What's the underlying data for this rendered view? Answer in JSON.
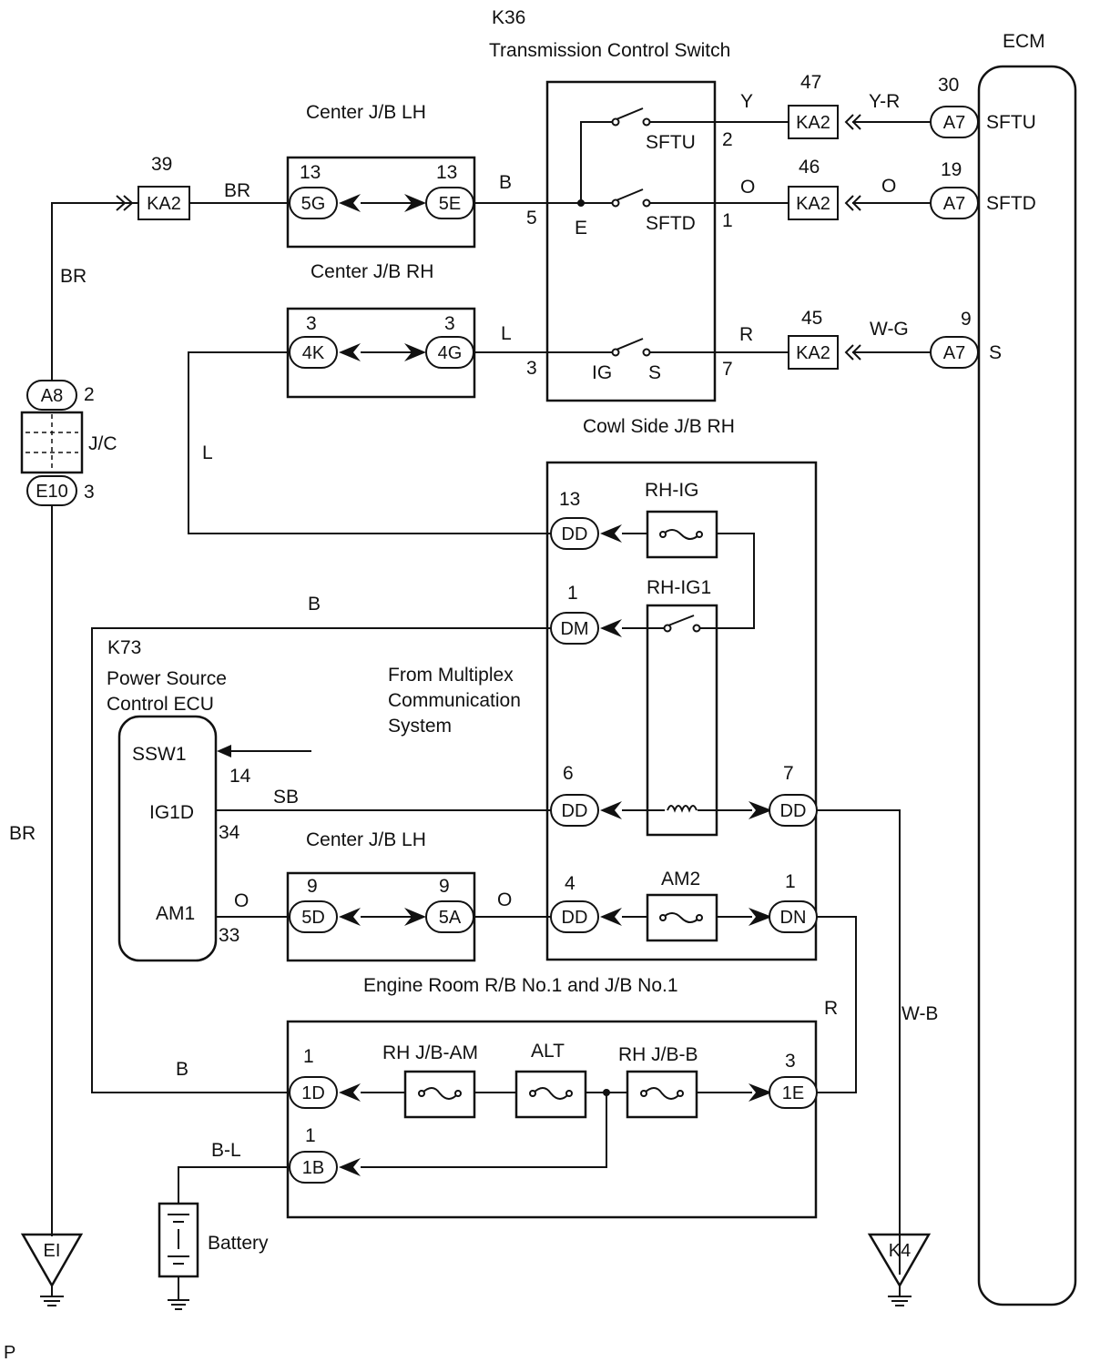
{
  "labels": {
    "k36_code": "K36",
    "k36_name": "Transmission Control Switch",
    "ecm": "ECM",
    "center_jb_lh_top": "Center J/B LH",
    "center_jb_rh": "Center J/B RH",
    "cowl_side_jb_rh": "Cowl Side J/B RH",
    "rh_ig": "RH-IG",
    "rh_ig1": "RH-IG1",
    "k73_code": "K73",
    "k73_name_1": "Power Source",
    "k73_name_2": "Control ECU",
    "multiplex_1": "From Multiplex",
    "multiplex_2": "Communication",
    "multiplex_3": "System",
    "center_jb_lh_bottom": "Center J/B LH",
    "am2": "AM2",
    "engine_room": "Engine Room R/B No.1 and J/B No.1",
    "rh_jb_am": "RH J/B-AM",
    "alt": "ALT",
    "rh_jb_b": "RH J/B-B",
    "battery": "Battery",
    "jc": "J/C",
    "corner_p": "P"
  },
  "switch": {
    "sftu": "SFTU",
    "sftd": "SFTD",
    "e": "E",
    "ig": "IG",
    "s": "S",
    "pin2": "2",
    "pin1": "1",
    "pin5": "5",
    "pin3": "3",
    "pin7": "7"
  },
  "ecm_pins": {
    "sftu": "SFTU",
    "sftd": "SFTD",
    "s": "S",
    "n30": "30",
    "n19": "19",
    "n9": "9"
  },
  "ecu_pins": {
    "ssw1": "SSW1",
    "ig1d": "IG1D",
    "am1": "AM1",
    "n14": "14",
    "n34": "34",
    "n33": "33"
  },
  "wires": {
    "br_top": "BR",
    "br_left": "BR",
    "br_lower": "BR",
    "b_top": "B",
    "l_top": "L",
    "l_left": "L",
    "y": "Y",
    "o_sw": "O",
    "r_sw": "R",
    "y_r": "Y-R",
    "o_ecm": "O",
    "w_g": "W-G",
    "b_dm": "B",
    "sb": "SB",
    "o_am1": "O",
    "o_5a": "O",
    "r_dn": "R",
    "w_b": "W-B",
    "b_1d": "B",
    "b_l": "B-L"
  },
  "connectors": {
    "ka2_39": "KA2",
    "n39": "39",
    "c5g": "5G",
    "c5g_n": "13",
    "c5e": "5E",
    "c5e_n": "13",
    "c4k": "4K",
    "c4k_n": "3",
    "c4g": "4G",
    "c4g_n": "3",
    "ka2_47": "KA2",
    "n47": "47",
    "ka2_46": "KA2",
    "n46": "46",
    "ka2_45": "KA2",
    "n45": "45",
    "a7_sftu": "A7",
    "a7_sftd": "A7",
    "a7_s": "A7",
    "a8": "A8",
    "a8_n": "2",
    "e10": "E10",
    "e10_n": "3",
    "dd13": "DD",
    "dd13_n": "13",
    "dm1": "DM",
    "dm1_n": "1",
    "dd6": "DD",
    "dd6_n": "6",
    "dd7": "DD",
    "dd7_n": "7",
    "dd4": "DD",
    "dd4_n": "4",
    "dn1": "DN",
    "dn1_n": "1",
    "c5d": "5D",
    "c5d_n": "9",
    "c5a": "5A",
    "c5a_n": "9",
    "c1d": "1D",
    "c1d_n": "1",
    "c1e": "1E",
    "c1e_n": "3",
    "c1b": "1B",
    "c1b_n": "1"
  },
  "grounds": {
    "ei": "EI",
    "k4": "K4"
  }
}
